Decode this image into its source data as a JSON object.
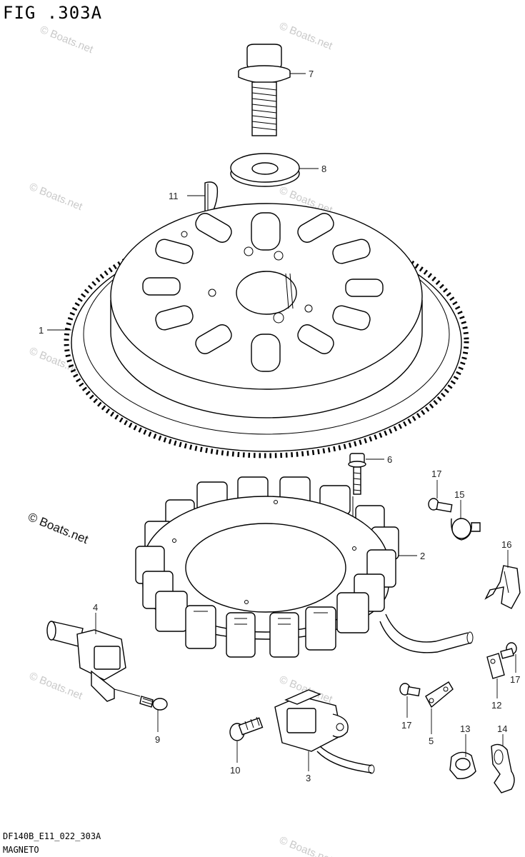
{
  "header": {
    "figure_title": "FIG .303A"
  },
  "footer": {
    "model_code": "DF140B_E11_022_303A",
    "section_name": "MAGNETO"
  },
  "watermark": {
    "text": "© Boats.net"
  },
  "callouts": {
    "c1": "1",
    "c2": "2",
    "c3": "3",
    "c4": "4",
    "c5": "5",
    "c6": "6",
    "c7": "7",
    "c8": "8",
    "c9": "9",
    "c10": "10",
    "c11": "11",
    "c12": "12",
    "c13": "13",
    "c14": "14",
    "c15": "15",
    "c16": "16",
    "c17a": "17",
    "c17b": "17",
    "c17c": "17"
  }
}
